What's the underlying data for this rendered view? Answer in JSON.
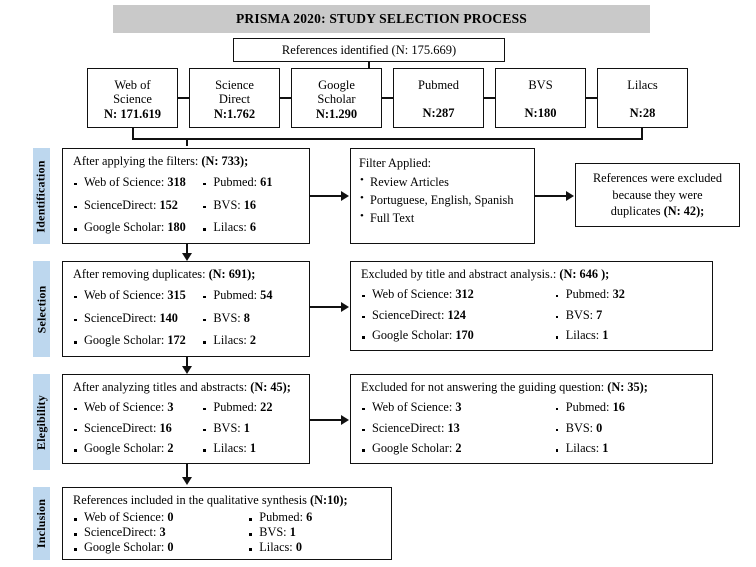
{
  "header": {
    "title": "PRISMA 2020: STUDY SELECTION PROCESS"
  },
  "top_box": {
    "label": "References identified (N: 175.669)"
  },
  "sources": [
    {
      "name_line1": "Web of",
      "name_line2": "Science",
      "count": "N: 171.619"
    },
    {
      "name_line1": "Science",
      "name_line2": "Direct",
      "count": "N:1.762"
    },
    {
      "name_line1": "Google",
      "name_line2": "Scholar",
      "count": "N:1.290"
    },
    {
      "name_line1": "Pubmed",
      "name_line2": "",
      "count": "N:287"
    },
    {
      "name_line1": "BVS",
      "name_line2": "",
      "count": "N:180"
    },
    {
      "name_line1": "Lilacs",
      "name_line2": "",
      "count": "N:28"
    }
  ],
  "stages": [
    {
      "label": "Identification"
    },
    {
      "label": "Selection"
    },
    {
      "label": "Elegibility"
    },
    {
      "label": "Inclusion"
    }
  ],
  "identification": {
    "header_text": "After applying the filters: ",
    "header_bold": "(N: 733);",
    "left": [
      {
        "label": "Web of Science: ",
        "value": "318"
      },
      {
        "label": "ScienceDirect: ",
        "value": "152"
      },
      {
        "label": "Google Scholar: ",
        "value": "180"
      }
    ],
    "right": [
      {
        "label": "Pubmed: ",
        "value": "61"
      },
      {
        "label": "BVS: ",
        "value": "16"
      },
      {
        "label": "Lilacs: ",
        "value": "6"
      }
    ]
  },
  "filter_applied": {
    "header": "Filter Applied:",
    "items": [
      "Review Articles",
      "Portuguese, English, Spanish",
      "Full Text"
    ]
  },
  "duplicates_excluded": {
    "line1": "References were excluded",
    "line2": "because they were",
    "line3_text": "duplicates ",
    "line3_bold": "(N: 42);"
  },
  "selection": {
    "header_text": "After removing duplicates: ",
    "header_bold": "(N: 691);",
    "left": [
      {
        "label": "Web of Science: ",
        "value": "315"
      },
      {
        "label": "ScienceDirect: ",
        "value": "140"
      },
      {
        "label": "Google Scholar: ",
        "value": "172"
      }
    ],
    "right": [
      {
        "label": "Pubmed: ",
        "value": "54"
      },
      {
        "label": "BVS: ",
        "value": "8"
      },
      {
        "label": "Lilacs: ",
        "value": "2"
      }
    ]
  },
  "excluded_title_abstract": {
    "header_text": "Excluded by title and abstract analysis.: ",
    "header_bold": "(N: 646 );",
    "left": [
      {
        "label": "Web of Science: ",
        "value": "312"
      },
      {
        "label": "ScienceDirect: ",
        "value": "124"
      },
      {
        "label": "Google Scholar: ",
        "value": "170"
      }
    ],
    "right": [
      {
        "label": "Pubmed: ",
        "value": "32"
      },
      {
        "label": "BVS: ",
        "value": "7"
      },
      {
        "label": "Lilacs: ",
        "value": "1"
      }
    ]
  },
  "eligibility": {
    "header_text": "After analyzing titles and abstracts: ",
    "header_bold": "(N: 45);",
    "left": [
      {
        "label": "Web of Science: ",
        "value": "3"
      },
      {
        "label": "ScienceDirect: ",
        "value": "16"
      },
      {
        "label": "Google Scholar: ",
        "value": "2"
      }
    ],
    "right": [
      {
        "label": "Pubmed: ",
        "value": "22"
      },
      {
        "label": "BVS: ",
        "value": "1"
      },
      {
        "label": "Lilacs: ",
        "value": "1"
      }
    ]
  },
  "excluded_guiding_question": {
    "header_text": "Excluded for not answering the guiding question: ",
    "header_bold": "(N: 35);",
    "left": [
      {
        "label": "Web of Science: ",
        "value": "3"
      },
      {
        "label": "ScienceDirect: ",
        "value": "13"
      },
      {
        "label": "Google Scholar: ",
        "value": "2"
      }
    ],
    "right": [
      {
        "label": "Pubmed: ",
        "value": "16"
      },
      {
        "label": "BVS: ",
        "value": "0"
      },
      {
        "label": "Lilacs: ",
        "value": "1"
      }
    ]
  },
  "inclusion": {
    "header_text": "References included in the qualitative synthesis ",
    "header_bold": "(N:10);",
    "left": [
      {
        "label": "Web of Science: ",
        "value": "0"
      },
      {
        "label": "ScienceDirect: ",
        "value": "3"
      },
      {
        "label": "Google Scholar: ",
        "value": "0"
      }
    ],
    "right": [
      {
        "label": "Pubmed: ",
        "value": "6"
      },
      {
        "label": "BVS: ",
        "value": "1"
      },
      {
        "label": "Lilacs: ",
        "value": "0"
      }
    ]
  },
  "colors": {
    "banner": "#c9c9c9",
    "stage_label": "#bdd7ee",
    "line": "#111111"
  }
}
